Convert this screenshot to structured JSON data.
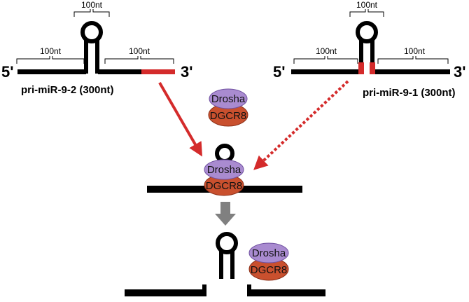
{
  "left_construct": {
    "five_prime": "5'",
    "three_prime": "3'",
    "name": "pri-miR-9-2 (300nt)",
    "loop_length": "100nt",
    "left_flank_length": "100nt",
    "right_flank_length": "100nt"
  },
  "right_construct": {
    "five_prime": "5'",
    "three_prime": "3'",
    "name": "pri-miR-9-1 (300nt)",
    "loop_length": "100nt",
    "left_flank_length": "100nt",
    "right_flank_length": "100nt"
  },
  "proteins": {
    "drosha": "Drosha",
    "dgcr8": "DGCR8"
  },
  "colors": {
    "rna": "#000000",
    "highlight": "#d42b2b",
    "drosha": "#a98bd0",
    "dgcr8": "#c9502e",
    "step_arrow": "#808080"
  }
}
